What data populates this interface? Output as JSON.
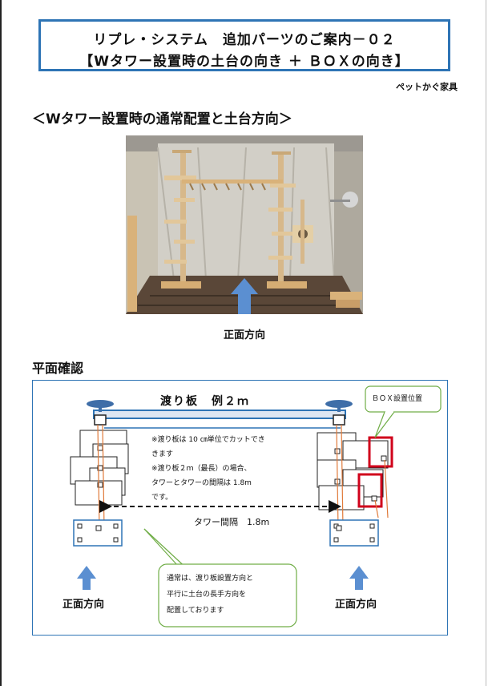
{
  "header": {
    "title_line1": "リプレ・システム　追加パーツのご案内－０２",
    "title_line2": "【Wタワー設置時の土台の向き ＋ ＢＯＸの向き】",
    "brand": "ペットかぐ家具"
  },
  "section1": {
    "heading": "＜Wタワー設置時の通常配置と土台方向＞",
    "front_label": "正面方向"
  },
  "section2": {
    "heading": "平面確認",
    "bridge_label": "渡り板　例２ｍ",
    "note": "※渡り板は 10 ㎝単位でカットでき\nきます\n※渡り板２ｍ（最長）の場合、\nタワーとタワーの間隔は 1.8m\nです。",
    "gap_label": "タワー間隔　1.8m",
    "box_position_label": "ＢＯＸ設置位置",
    "callout": "通常は、渡り板設置方向と\n平行に土台の長手方向を\n配置しております",
    "front_left": "正面方向",
    "front_right": "正面方向"
  },
  "colors": {
    "frame_blue": "#2e74b5",
    "arrow_blue": "#5b8fd1",
    "box_red": "#d0021b",
    "rope_orange": "#e07a3a",
    "callout_green": "#70ad47"
  },
  "icons": {
    "front_arrow": "arrow-up-icon"
  }
}
